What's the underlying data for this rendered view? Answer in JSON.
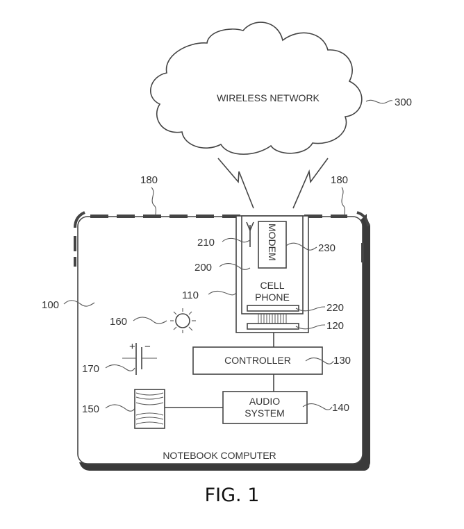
{
  "figure": {
    "caption": "FIG. 1",
    "colors": {
      "line": "#444444",
      "shadow": "#3a3a3a",
      "background": "#ffffff"
    }
  },
  "cloud": {
    "label": "WIRELESS NETWORK",
    "ref": "300"
  },
  "notebook": {
    "label": "NOTEBOOK COMPUTER",
    "ref": "100"
  },
  "antenna_band": {
    "ref_left": "180",
    "ref_right": "180"
  },
  "bay": {
    "ref": "110"
  },
  "cell_phone": {
    "label_line1": "CELL",
    "label_line2": "PHONE",
    "ref": "200"
  },
  "phone_antenna": {
    "ref": "210"
  },
  "modem": {
    "label": "MODEM",
    "ref": "230"
  },
  "phone_connector": {
    "ref": "220"
  },
  "dock_connector": {
    "ref": "120"
  },
  "controller": {
    "label": "CONTROLLER",
    "ref": "130"
  },
  "audio_system": {
    "label_line1": "AUDIO",
    "label_line2": "SYSTEM",
    "ref": "140"
  },
  "speaker": {
    "ref": "150"
  },
  "light": {
    "ref": "160"
  },
  "battery": {
    "ref": "170",
    "plus": "+",
    "minus": "−"
  }
}
